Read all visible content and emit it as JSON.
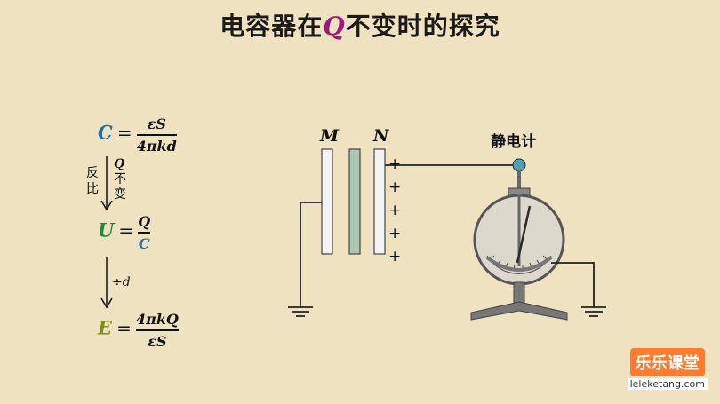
{
  "title": {
    "before": "电容器在",
    "q": "Q",
    "after": "不变时的探究"
  },
  "formulas": {
    "c": {
      "var": "C",
      "eq": "=",
      "num": "εS",
      "den": "4πkd"
    },
    "u": {
      "var": "U",
      "eq": "=",
      "num": "Q",
      "den": "C"
    },
    "e": {
      "var": "E",
      "eq": "=",
      "num": "4πkQ",
      "den": "εS"
    },
    "step1": {
      "left_top": "反",
      "left_bottom": "比",
      "right_q": "Q",
      "right_1": "不",
      "right_2": "变"
    },
    "step2": {
      "label": "÷d"
    }
  },
  "colors": {
    "C": "#1e6fb0",
    "U": "#1e8a3c",
    "E": "#7a8f1a",
    "Q_title": "#9b1a77",
    "background": "#efe2c0",
    "plate_fill": "#f3f3f3",
    "dielectric": "#a9c7b3"
  },
  "apparatus": {
    "plate_m": "M",
    "plate_n": "N",
    "charges": [
      "+",
      "+",
      "+",
      "+",
      "+"
    ],
    "meter_label": "静电计"
  },
  "logo": {
    "badge": "乐乐课堂",
    "url": "leleketang.com"
  }
}
